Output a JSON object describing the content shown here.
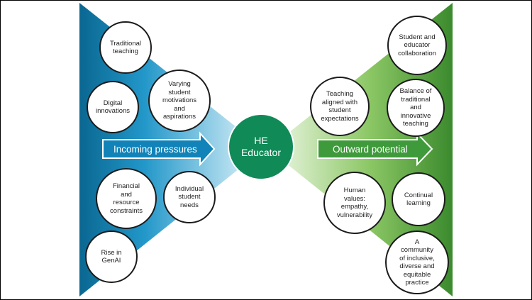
{
  "center": {
    "line1": "HE",
    "line2": "Educator"
  },
  "left_arrow": {
    "label": "Incoming pressures"
  },
  "right_arrow": {
    "label": "Outward potential"
  },
  "pressures": [
    {
      "lines": [
        "Traditional",
        "teaching"
      ]
    },
    {
      "lines": [
        "Digital",
        "innovations"
      ]
    },
    {
      "lines": [
        "Varying",
        "student",
        "motivations",
        "and",
        "aspirations"
      ]
    },
    {
      "lines": [
        "Financial",
        "and",
        "resource",
        "constraints"
      ]
    },
    {
      "lines": [
        "Individual",
        "student",
        "needs"
      ]
    },
    {
      "lines": [
        "Rise in",
        "GenAI"
      ]
    }
  ],
  "potentials": [
    {
      "lines": [
        "Student and",
        "educator",
        "collaboration"
      ]
    },
    {
      "lines": [
        "Teaching",
        "aligned with",
        "student",
        "expectations"
      ]
    },
    {
      "lines": [
        "Balance of",
        "traditional",
        "and",
        "innovative",
        "teaching"
      ]
    },
    {
      "lines": [
        "Human",
        "values:",
        "empathy,",
        "vulnerability"
      ]
    },
    {
      "lines": [
        "Continual",
        "learning"
      ]
    },
    {
      "lines": [
        "A",
        "community",
        "of inclusive,",
        "diverse and",
        "equitable",
        "practice"
      ]
    }
  ],
  "colors": {
    "left_dark": "#0b6e9c",
    "left_light": "#bfe9f7",
    "right_dark": "#3c8a2e",
    "right_light": "#d9efc7",
    "center": "#108a57"
  }
}
